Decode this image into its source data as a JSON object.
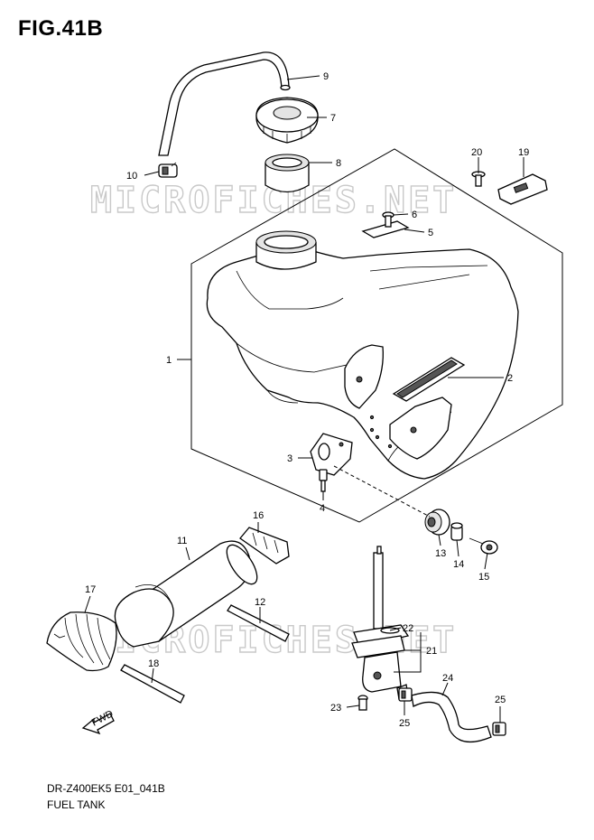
{
  "figure": {
    "title": "FIG.41B",
    "model_code": "DR-Z400EK5 E01_041B",
    "name": "FUEL TANK"
  },
  "watermarks": [
    "MICROFICHES.NET",
    "MICROFICHES.NET"
  ],
  "arrow_label": "FWD",
  "callouts": [
    "1",
    "2",
    "3",
    "4",
    "5",
    "6",
    "7",
    "8",
    "9",
    "10",
    "11",
    "12",
    "13",
    "14",
    "15",
    "16",
    "17",
    "18",
    "19",
    "20",
    "21",
    "22",
    "23",
    "24",
    "25",
    "25"
  ]
}
